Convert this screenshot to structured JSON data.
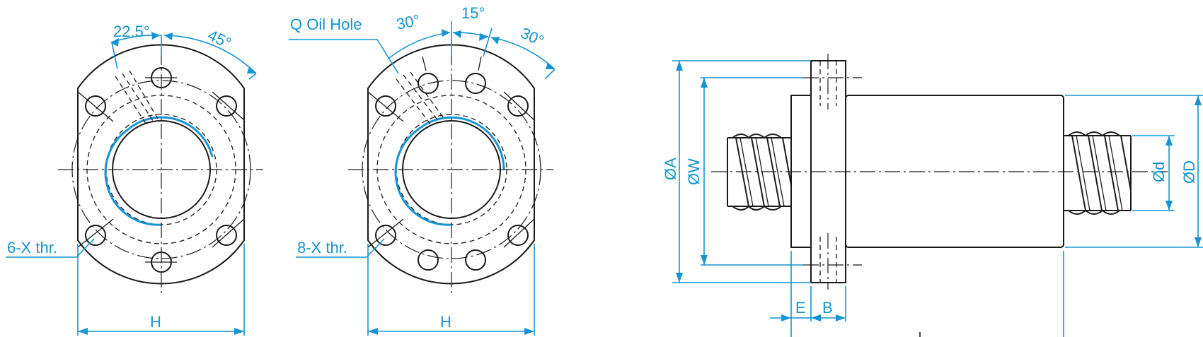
{
  "colors": {
    "dimension": "#1594d3",
    "outline": "#1a1a1a",
    "background": "#ffffff"
  },
  "view_left": {
    "angle_1": "22.5°",
    "angle_2": "45°",
    "thread_label": "6-X thr.",
    "width_label": "H"
  },
  "view_middle": {
    "oil_hole_label": "Q Oil Hole",
    "angle_1": "30°",
    "angle_2": "15°",
    "angle_3": "30°",
    "thread_label": "8-X thr.",
    "width_label": "H"
  },
  "side_view": {
    "flange_diameter_label": "ØA",
    "bolt_circle_label": "ØW",
    "screw_diameter_label": "Ød",
    "body_diameter_label": "ØD",
    "offset_label": "E",
    "flange_thickness_label": "B"
  }
}
